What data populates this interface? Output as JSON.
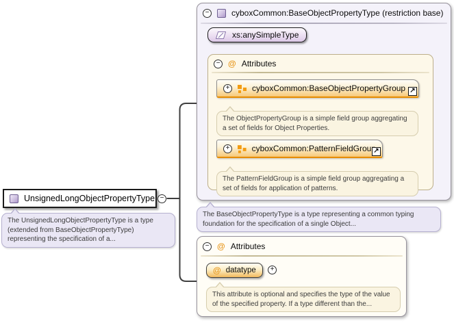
{
  "colors": {
    "accent_orange": "#F39C12",
    "orange_rule": "#E78C01",
    "lavender_bubble": "#EAE7F5",
    "cream_section": "#FDF8E9",
    "purple_type_icon": "#AC98CA"
  },
  "icons": {
    "collapse_glyph": "−",
    "expand_glyph": "+",
    "attribute_glyph": "@",
    "external_link_glyph": "↗"
  },
  "left_element": {
    "title": "UnsignedLongObjectPropertyType",
    "tooltip": "The UnsignedLongObjectPropertyType is a type (extended from BaseObjectPropertyType) representing the specification of a..."
  },
  "base_type": {
    "title": "cyboxCommon:BaseObjectPropertyType (restriction base)",
    "simple_type_label": "xs:anySimpleType",
    "attributes_header": "Attributes",
    "groups": [
      {
        "name": "cyboxCommon:BaseObjectPropertyGroup",
        "tooltip": "The ObjectPropertyGroup is a simple field group aggregating a set of fields for Object Properties."
      },
      {
        "name": "cyboxCommon:PatternFieldGroup",
        "tooltip": "The PatternFieldGroup is a simple field group aggregating a set of fields for application of patterns."
      }
    ],
    "tooltip": "The BaseObjectPropertyType is a type representing a common typing foundation for the specification of a single Object..."
  },
  "local_attributes": {
    "header": "Attributes",
    "attribute": {
      "name": "datatype",
      "tooltip": "This attribute is optional and specifies the type of the value of the specified property. If a type different than the..."
    }
  }
}
